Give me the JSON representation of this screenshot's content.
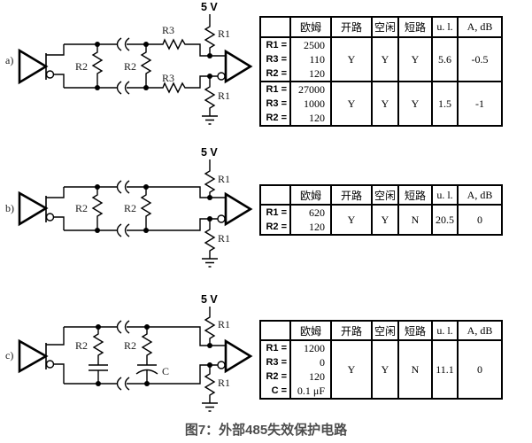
{
  "caption": "图7：外部485失效保护电路",
  "circuits": {
    "a": {
      "label": "a)",
      "supply": "5 V",
      "r1": "R1",
      "r2": "R2",
      "r3": "R3"
    },
    "b": {
      "label": "b)",
      "supply": "5 V",
      "r1": "R1",
      "r2": "R2"
    },
    "c": {
      "label": "c)",
      "supply": "5 V",
      "r1": "R1",
      "r2": "R2",
      "cap": "C"
    }
  },
  "tables": {
    "headers": [
      "",
      "欧姆",
      "开路",
      "空闲",
      "短路",
      "u. l.",
      "A, dB"
    ],
    "a": {
      "rows": [
        {
          "p0n": "R1 =",
          "p0v": "2500",
          "p1n": "R3 =",
          "p1v": "110",
          "p2n": "R2 =",
          "p2v": "120",
          "open": "Y",
          "idle": "Y",
          "short": "Y",
          "ul": "5.6",
          "adb": "-0.5"
        },
        {
          "p0n": "R1 =",
          "p0v": "27000",
          "p1n": "R3 =",
          "p1v": "1000",
          "p2n": "R2 =",
          "p2v": "120",
          "open": "Y",
          "idle": "Y",
          "short": "Y",
          "ul": "1.5",
          "adb": "-1"
        }
      ]
    },
    "b": {
      "rows": [
        {
          "p0n": "R1 =",
          "p0v": "620",
          "p1n": "R2 =",
          "p1v": "120",
          "open": "Y",
          "idle": "Y",
          "short": "N",
          "ul": "20.5",
          "adb": "0"
        }
      ]
    },
    "c": {
      "rows": [
        {
          "p0n": "R1 =",
          "p0v": "1200",
          "p1n": "R3 =",
          "p1v": "0",
          "p2n": "R2 =",
          "p2v": "120",
          "p3n": "C =",
          "p3v": "0.1 μF",
          "open": "Y",
          "idle": "Y",
          "short": "N",
          "ul": "11.1",
          "adb": "0"
        }
      ]
    }
  }
}
